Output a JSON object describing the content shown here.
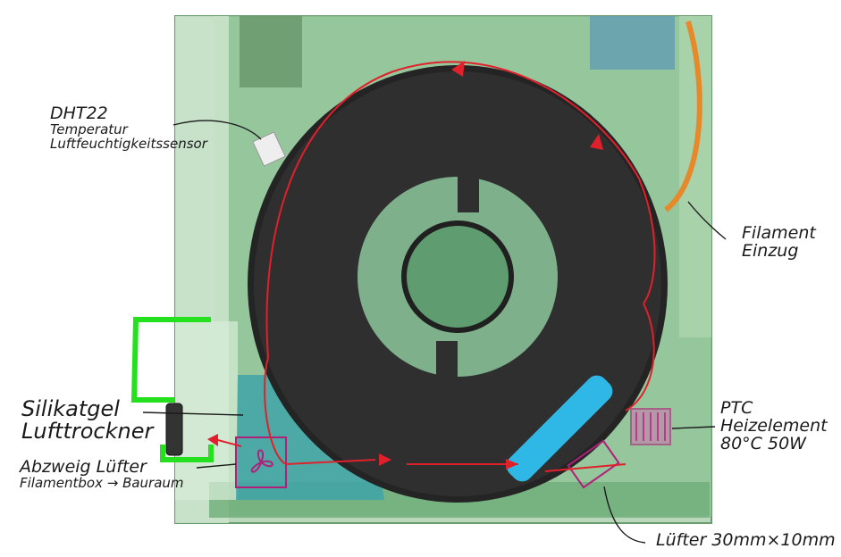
{
  "labels": {
    "dht": {
      "line1": "DHT22",
      "line2": "Temperatur",
      "line3": "Luftfeuchtigkeitssensor"
    },
    "filament": {
      "line1": "Filament",
      "line2": "Einzug"
    },
    "silikat": {
      "line1": "Silikatgel",
      "line2": "Lufttrockner"
    },
    "abzweig": {
      "line1": "Abzweig Lüfter",
      "line2": "Filamentbox → Bauraum"
    },
    "ptc": {
      "line1": "PTC",
      "line2": "Heizelement",
      "line3": "80°C  50W"
    },
    "luefter": {
      "line1": "Lüfter  30mm×10mm"
    }
  },
  "colors": {
    "box_glass": "#9cc9a0",
    "box_edge": "#4f8a5a",
    "spool": "#2f2f30",
    "airflow": "#e0202a",
    "tube_green": "#25e01f",
    "tube_orange": "#e6892a",
    "fan_blue": "#2fb8e6",
    "heater_magenta": "#b0207a",
    "teal_panel": "#3fa3a8"
  }
}
